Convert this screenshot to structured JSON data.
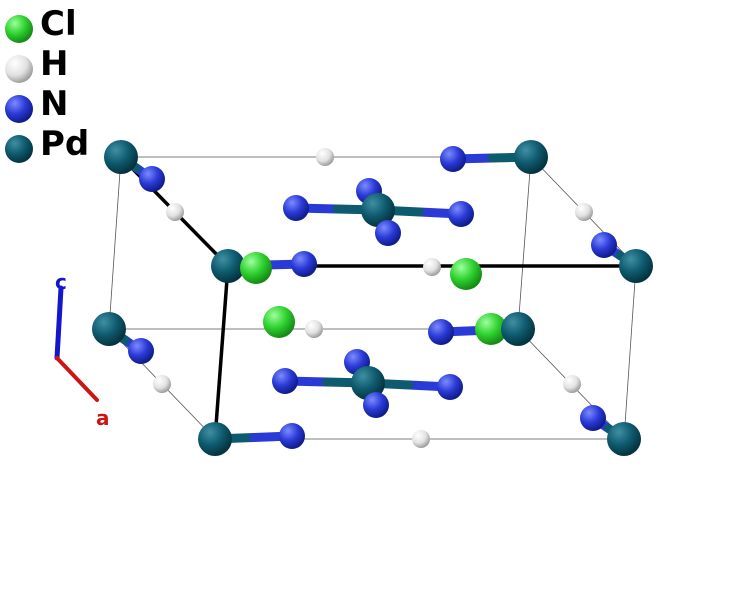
{
  "legend": [
    {
      "label": "Cl",
      "color": "#2ed12e"
    },
    {
      "label": "H",
      "color": "#e8e8e8"
    },
    {
      "label": "N",
      "color": "#2a3ad6"
    },
    {
      "label": "Pd",
      "color": "#0e5a6e"
    }
  ],
  "axes": {
    "c_label": "c",
    "c_color": "#1515cc",
    "a_label": "a",
    "a_color": "#cc1515"
  },
  "colors": {
    "cell_line": "#555555",
    "bond_black": "#000000",
    "pd": "#0e5a6e",
    "n": "#2a3ad6",
    "cl": "#2ed12e",
    "h": "#e8e8e8"
  }
}
